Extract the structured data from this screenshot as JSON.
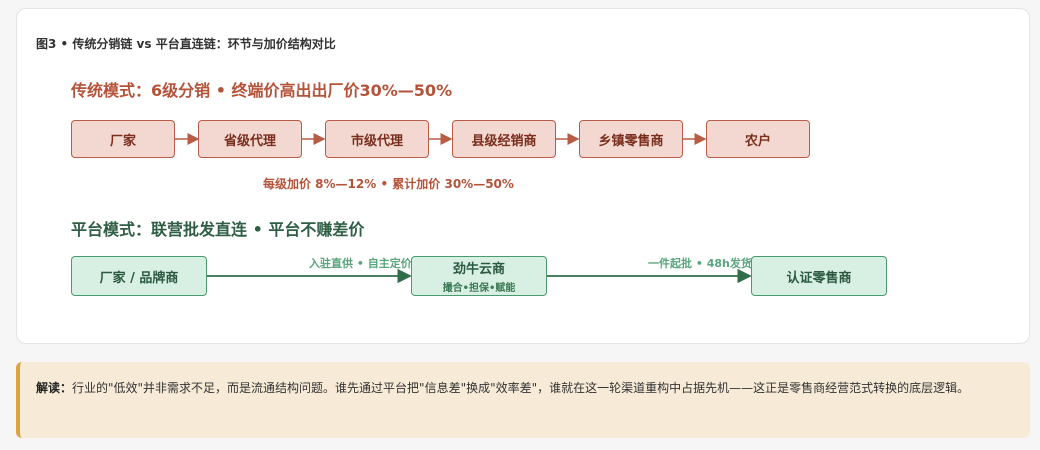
{
  "figure_title": "图3 • 传统分销链 vs 平台直连链：环节与加价结构对比",
  "traditional": {
    "title": "传统模式：6级分销 • 终端价高出出厂价30%—50%",
    "nodes": [
      "厂家",
      "省级代理",
      "市级代理",
      "县级经销商",
      "乡镇零售商",
      "农户"
    ],
    "note": "每级加价 8%—12% • 累计加价 30%—50%"
  },
  "platform": {
    "title": "平台模式：联营批发直连 • 平台不赚差价",
    "nodes": [
      {
        "label": "厂家 / 品牌商",
        "sub": ""
      },
      {
        "label": "劲牛云商",
        "sub": "撮合•担保•赋能"
      },
      {
        "label": "认证零售商",
        "sub": ""
      }
    ],
    "edge_labels": [
      "入驻直供 • 自主定价",
      "一件起批 • 48h发货"
    ]
  },
  "callout": {
    "lead": "解读：",
    "text": "行业的\"低效\"并非需求不足，而是流通结构问题。谁先通过平台把\"信息差\"换成\"效率差\"，谁就在这一轮渠道重构中占据先机——这正是零售商经营范式转换的底层逻辑。"
  },
  "colors": {
    "red_fill": "#f2d8d0",
    "red_stroke": "#b85d45",
    "red_text": "#b5533a",
    "green_fill": "#d8efe3",
    "green_stroke": "#4a9a6f",
    "green_text": "#2f5e45",
    "callout_bg": "#f7ebd8",
    "callout_bar": "#d9a441"
  }
}
